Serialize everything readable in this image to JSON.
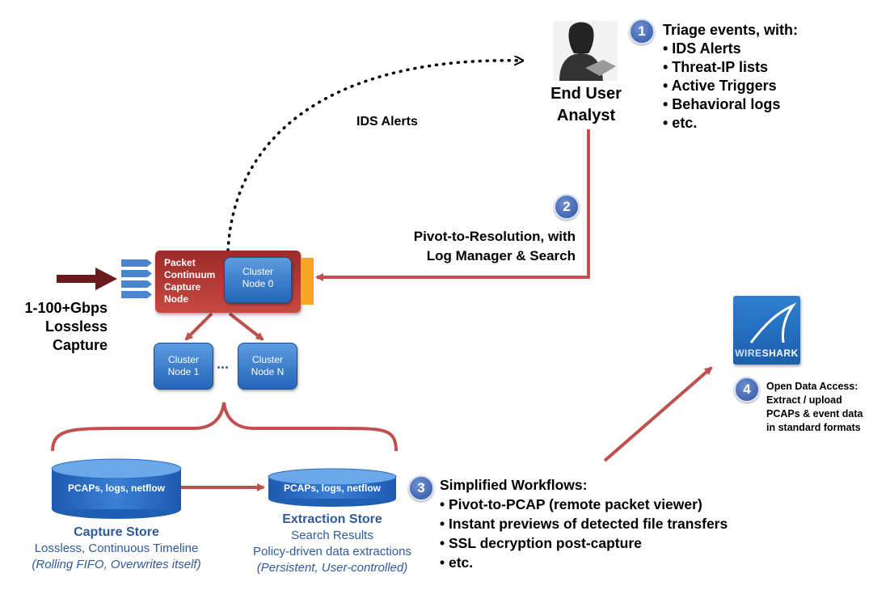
{
  "analyst": {
    "label_line1": "End User",
    "label_line2": "Analyst"
  },
  "step1": {
    "number": "1",
    "title": "Triage events, with:",
    "items": [
      "• IDS Alerts",
      "• Threat-IP lists",
      "• Active Triggers",
      "• Behavioral logs",
      "• etc."
    ]
  },
  "ids_alerts_label": "IDS Alerts",
  "step2": {
    "number": "2",
    "line1": "Pivot-to-Resolution, with",
    "line2": "Log Manager & Search"
  },
  "capture_input": {
    "line1": "1-100+Gbps",
    "line2": "Lossless",
    "line3": "Capture"
  },
  "capture_node": {
    "label": [
      "Packet",
      "Continuum",
      "Capture",
      "Node"
    ],
    "cluster0": [
      "Cluster",
      "Node 0"
    ]
  },
  "cluster1": [
    "Cluster",
    "Node 1"
  ],
  "clusterN": [
    "Cluster",
    "Node N"
  ],
  "cluster_ellipsis": "...",
  "capture_store": {
    "db_label": "PCAPs, logs, netflow",
    "title": "Capture Store",
    "line1": "Lossless, Continuous Timeline",
    "line2": "(Rolling FIFO, Overwrites itself)"
  },
  "extraction_store": {
    "db_label": "PCAPs, logs, netflow",
    "title": "Extraction Store",
    "line1": "Search Results",
    "line2": "Policy-driven data extractions",
    "line3": "(Persistent, User-controlled)"
  },
  "step3": {
    "number": "3",
    "title": "Simplified Workflows:",
    "items": [
      "• Pivot-to-PCAP (remote packet viewer)",
      "• Instant previews of detected file transfers",
      "• SSL decryption post-capture",
      "• etc."
    ]
  },
  "wireshark": {
    "logo_text_a": "WIRE",
    "logo_text_b": "SHARK"
  },
  "step4": {
    "number": "4",
    "lines": [
      "Open Data Access:",
      "Extract / upload",
      "PCAPs & event data",
      "in standard formats"
    ]
  },
  "colors": {
    "arrow_red": "#c0504d",
    "dark_red": "#6b1b1b",
    "node_blue": "#2466b8",
    "badge_blue": "#2f55a4",
    "title_blue": "#2e5a9a"
  }
}
